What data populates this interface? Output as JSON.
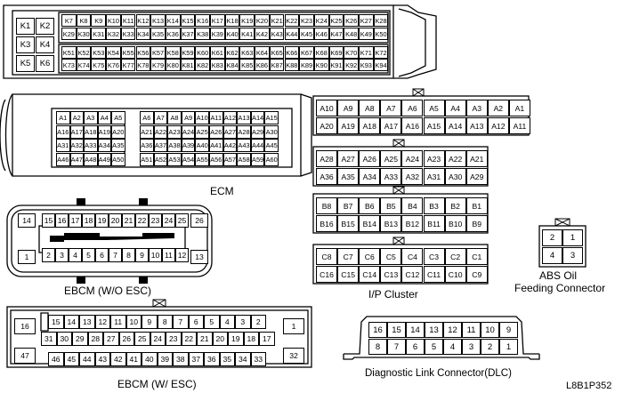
{
  "ecm_k": {
    "big": [
      "K1",
      "K2",
      "K3",
      "K4",
      "K5",
      "K6"
    ],
    "row1": [
      "K7",
      "K8",
      "K9",
      "K10",
      "K11",
      "K12",
      "K13",
      "K14",
      "K15",
      "K16",
      "K17",
      "K18",
      "K19",
      "K20",
      "K21",
      "K22",
      "K23",
      "K24",
      "K25",
      "K26",
      "K27",
      "K28"
    ],
    "row2": [
      "K29",
      "K30",
      "K31",
      "K32",
      "K33",
      "K34",
      "K35",
      "K36",
      "K37",
      "K38",
      "K39",
      "K40",
      "K41",
      "K42",
      "K43",
      "K44",
      "K45",
      "K46",
      "K47",
      "K48",
      "K49",
      "K50"
    ],
    "row3": [
      "K51",
      "K52",
      "K53",
      "K54",
      "K55",
      "K56",
      "K57",
      "K58",
      "K59",
      "K60",
      "K61",
      "K62",
      "K63",
      "K64",
      "K65",
      "K66",
      "K67",
      "K68",
      "K69",
      "K70",
      "K71",
      "K72"
    ],
    "row4": [
      "K73",
      "K74",
      "K75",
      "K76",
      "K77",
      "K78",
      "K79",
      "K80",
      "K81",
      "K82",
      "K83",
      "K84",
      "K85",
      "K86",
      "K87",
      "K88",
      "K89",
      "K90",
      "K91",
      "K92",
      "K93",
      "K94"
    ]
  },
  "ecm_a": {
    "left": [
      [
        "A1",
        "A2",
        "A3",
        "A4",
        "A5"
      ],
      [
        "A16",
        "A17",
        "A18",
        "A19",
        "A20"
      ],
      [
        "A31",
        "A32",
        "A33",
        "A34",
        "A35"
      ],
      [
        "A46",
        "A47",
        "A48",
        "A49",
        "A50"
      ]
    ],
    "right": [
      [
        "A6",
        "A7",
        "A8",
        "A9",
        "A10",
        "A11",
        "A12",
        "A13",
        "A14",
        "A15"
      ],
      [
        "A21",
        "A22",
        "A23",
        "A24",
        "A25",
        "A26",
        "A27",
        "A28",
        "A29",
        "A30"
      ],
      [
        "A36",
        "A37",
        "A38",
        "A39",
        "A40",
        "A41",
        "A42",
        "A43",
        "A44",
        "A45"
      ],
      [
        "A51",
        "A52",
        "A53",
        "A54",
        "A55",
        "A56",
        "A57",
        "A58",
        "A59",
        "A60"
      ]
    ]
  },
  "labels": {
    "ecm": "ECM",
    "ebcm_wo": "EBCM (W/O ESC)",
    "ebcm_w": "EBCM (W/ ESC)",
    "ip_cluster": "I/P Cluster",
    "abs_line1": "ABS Oil",
    "abs_line2": "Feeding Connector",
    "dlc": "Diagnostic Link Connector(DLC)",
    "code": "L8B1P352"
  },
  "ebcm_wo": {
    "top": [
      "15",
      "16",
      "17",
      "18",
      "19",
      "20",
      "21",
      "22",
      "23",
      "24",
      "25"
    ],
    "bottom": [
      "2",
      "3",
      "4",
      "5",
      "6",
      "7",
      "8",
      "9",
      "10",
      "11",
      "12"
    ],
    "tl": "14",
    "tr": "26",
    "bl": "1",
    "br": "13"
  },
  "ebcm_w": {
    "row1": [
      "15",
      "14",
      "13",
      "12",
      "11",
      "10",
      "9",
      "8",
      "7",
      "6",
      "5",
      "4",
      "3",
      "2"
    ],
    "row2": [
      "31",
      "30",
      "29",
      "28",
      "27",
      "26",
      "25",
      "24",
      "23",
      "22",
      "21",
      "20",
      "19",
      "18",
      "17"
    ],
    "row3": [
      "46",
      "45",
      "44",
      "43",
      "42",
      "41",
      "40",
      "39",
      "38",
      "37",
      "36",
      "35",
      "34",
      "33"
    ],
    "tl": "16",
    "tr": "1",
    "bl": "47",
    "br": "32"
  },
  "ip_a1": [
    [
      "A10",
      "A9",
      "A8",
      "A7",
      "A6",
      "A5",
      "A4",
      "A3",
      "A2",
      "A1"
    ],
    [
      "A20",
      "A19",
      "A18",
      "A17",
      "A16",
      "A15",
      "A14",
      "A13",
      "A12",
      "A11"
    ]
  ],
  "ip_a2": [
    [
      "A28",
      "A27",
      "A26",
      "A25",
      "A24",
      "A23",
      "A22",
      "A21"
    ],
    [
      "A36",
      "A35",
      "A34",
      "A33",
      "A32",
      "A31",
      "A30",
      "A29"
    ]
  ],
  "ip_b": [
    [
      "B8",
      "B7",
      "B6",
      "B5",
      "B4",
      "B3",
      "B2",
      "B1"
    ],
    [
      "B16",
      "B15",
      "B14",
      "B13",
      "B12",
      "B11",
      "B10",
      "B9"
    ]
  ],
  "ip_c": [
    [
      "C8",
      "C7",
      "C6",
      "C5",
      "C4",
      "C3",
      "C2",
      "C1"
    ],
    [
      "C16",
      "C15",
      "C14",
      "C13",
      "C12",
      "C11",
      "C10",
      "C9"
    ]
  ],
  "abs": [
    [
      "2",
      "1"
    ],
    [
      "4",
      "3"
    ]
  ],
  "dlc": [
    [
      "16",
      "15",
      "14",
      "13",
      "12",
      "11",
      "10",
      "9"
    ],
    [
      "8",
      "7",
      "6",
      "5",
      "4",
      "3",
      "2",
      "1"
    ]
  ]
}
